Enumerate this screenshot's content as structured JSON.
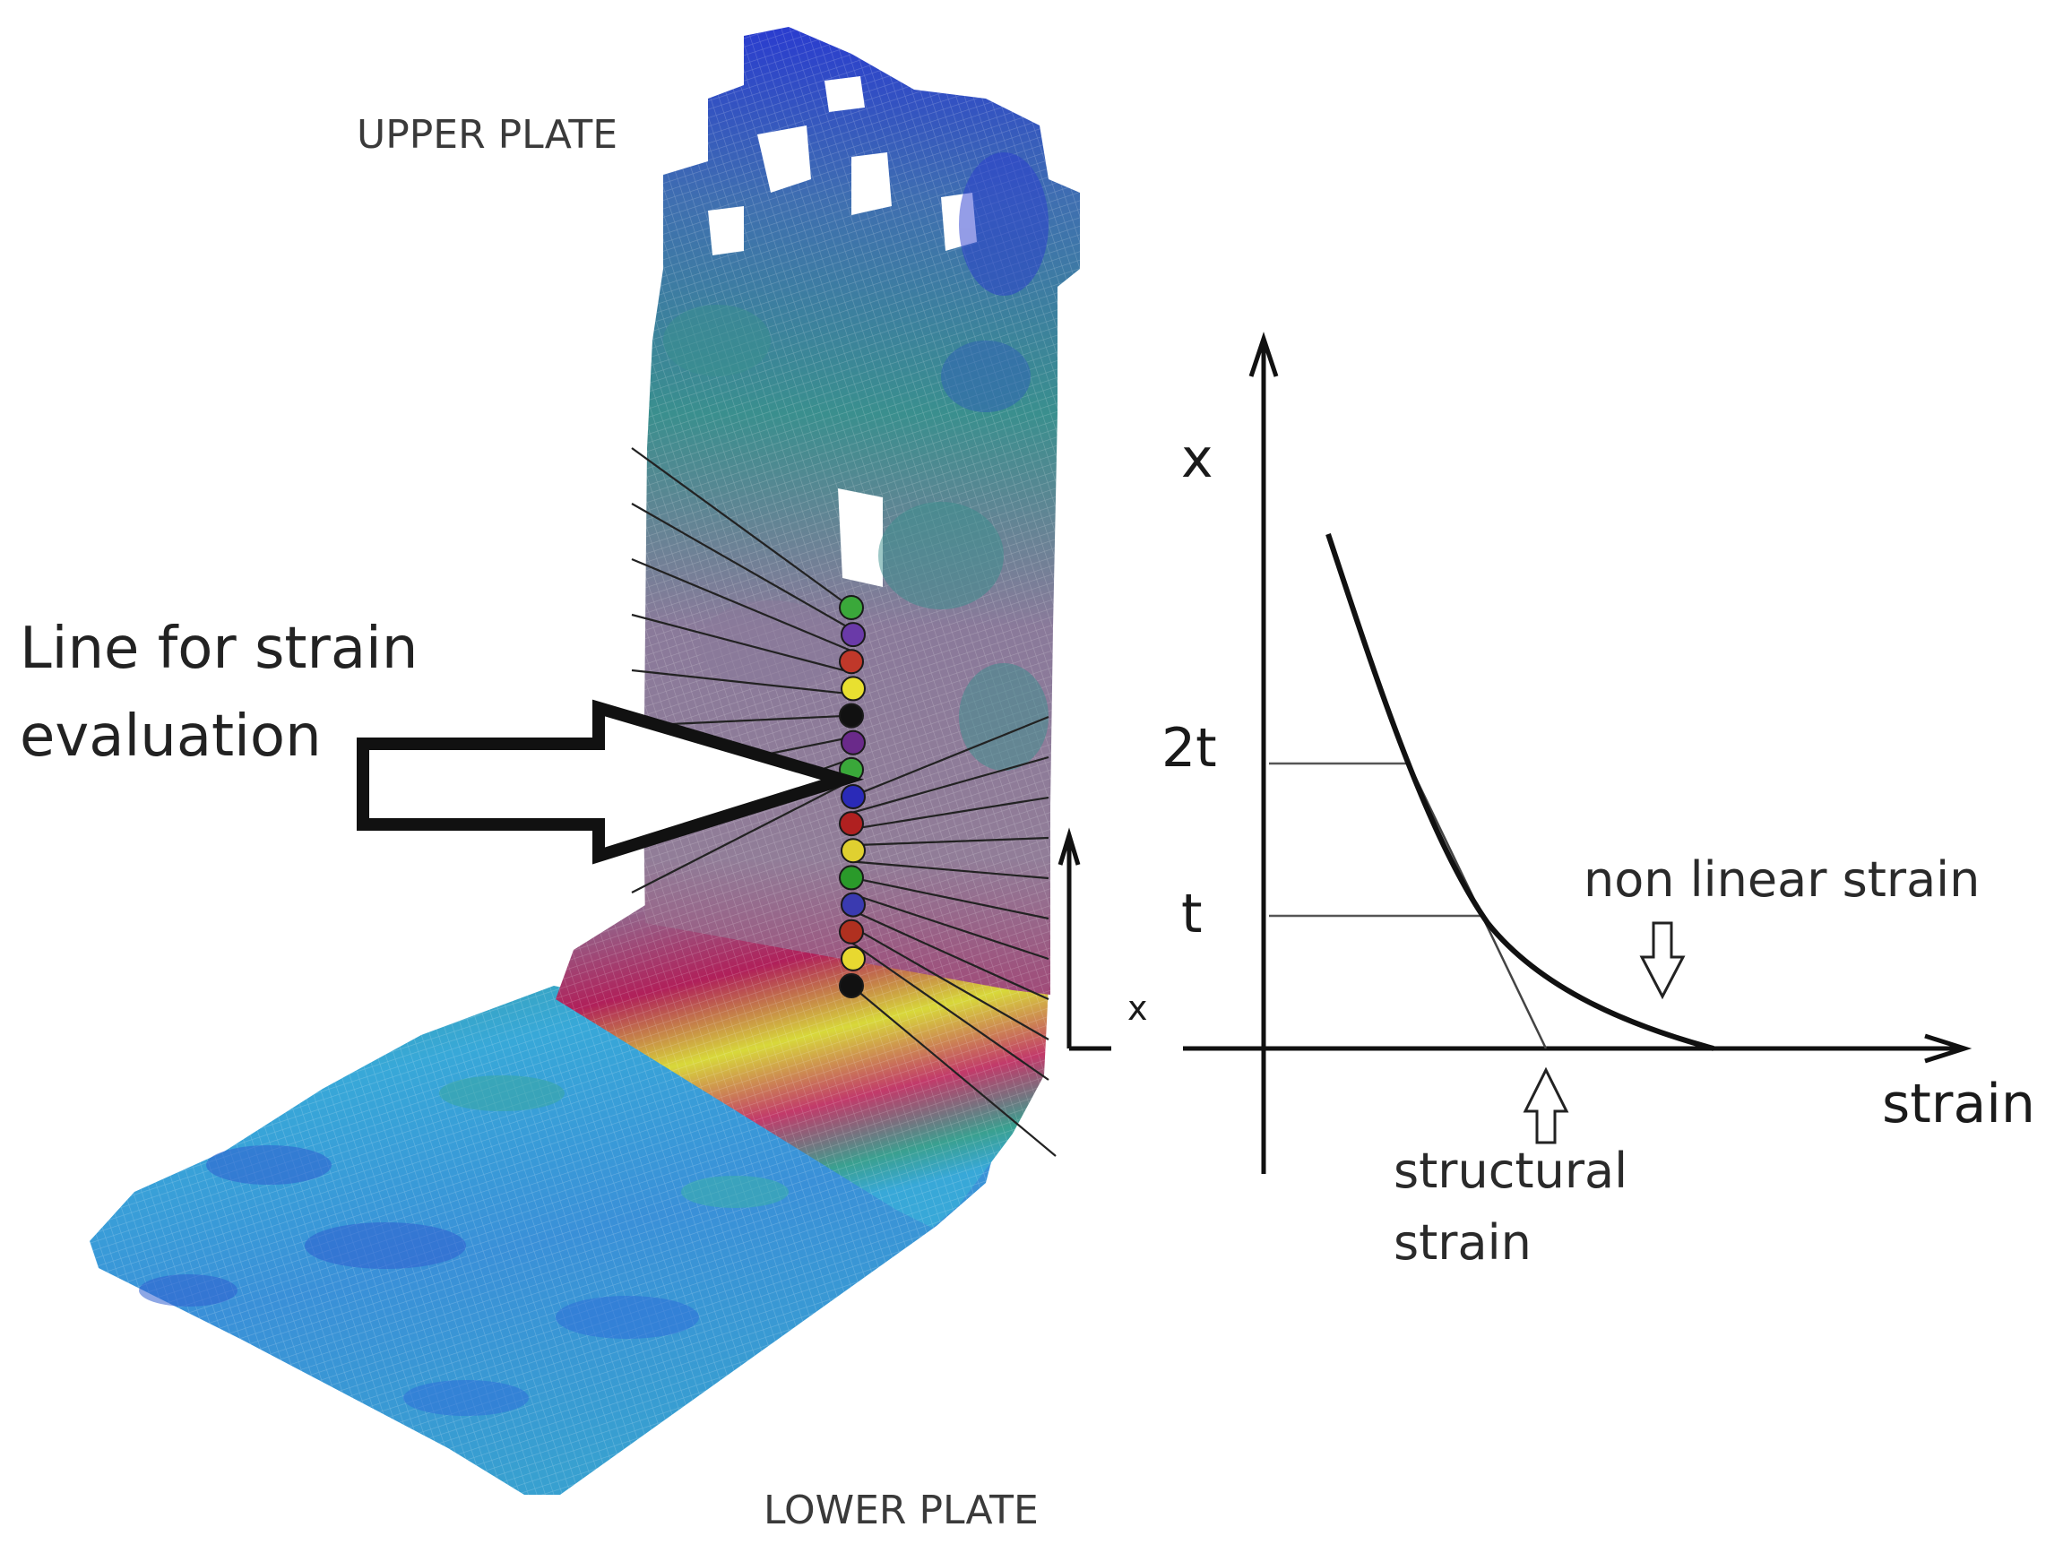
{
  "labels": {
    "upper_plate": "UPPER PLATE",
    "lower_plate": "LOWER PLATE",
    "callout_line1": "Line for strain",
    "callout_line2": "evaluation",
    "weld_height_label": "x"
  },
  "graph": {
    "y_axis_label": "x",
    "x_axis_label": "strain",
    "level_2t": "2t",
    "level_t": "t",
    "nonlinear_label": "non linear strain",
    "structural_line1": "structural",
    "structural_line2": "strain"
  },
  "colors": {
    "accent_blue": "#2a3ccf",
    "teal": "#2f8f8a",
    "magenta": "#b0205a",
    "yellow": "#d8d83a",
    "cyan": "#38a8d8",
    "mauve": "#8a7a9a"
  },
  "marker_colors": [
    "#3aa83a",
    "#6a3aa8",
    "#c0382a",
    "#e8e030",
    "#111111",
    "#6a2a8a",
    "#3aa83a",
    "#2a2ab8",
    "#b02020",
    "#e0d030",
    "#2a9a2a",
    "#3a3ab0",
    "#b03020",
    "#e8d830",
    "#111111"
  ]
}
